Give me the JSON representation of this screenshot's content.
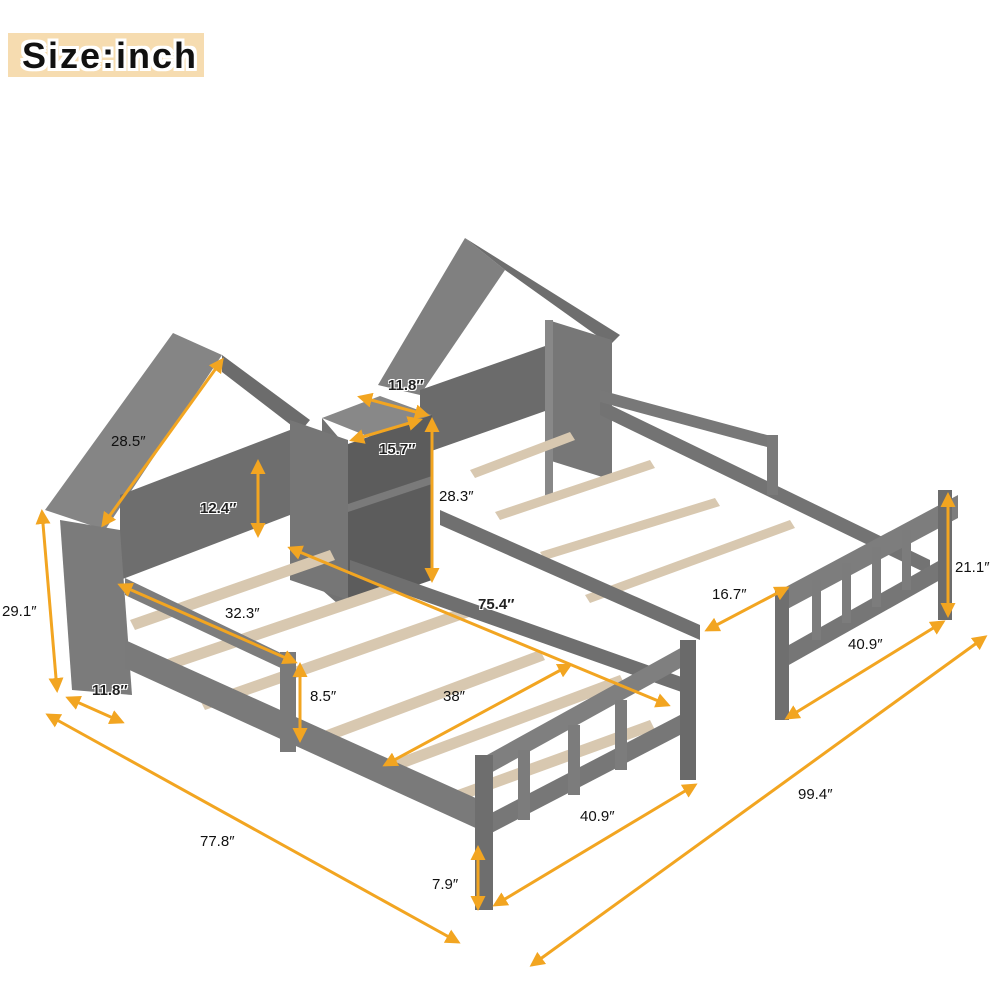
{
  "header": {
    "size_label": "Size:inch"
  },
  "colors": {
    "frame_gray": "#7a7a7a",
    "frame_dark": "#5f5f5f",
    "frame_light": "#8d8d8d",
    "slat_wood": "#d8c8b0",
    "dimension_arrow": "#f2a521",
    "badge_bg": "#f6dcb0"
  },
  "dimensions": {
    "roof_length": "28.5″",
    "headboard_panel_height": "12.4″",
    "headboard_height": "29.1″",
    "headboard_depth": "11.8″",
    "guardrail_length": "32.3″",
    "guardrail_height": "8.5″",
    "bed_length_inner": "75.4″",
    "slat_length": "38″",
    "footboard_width_left": "40.9″",
    "leg_clearance": "7.9″",
    "overall_length": "77.8″",
    "shelf_depth": "11.8″",
    "shelf_width": "15.7″",
    "shelf_height": "28.3″",
    "gap_between_beds": "16.7″",
    "footboard_height": "21.1″",
    "footboard_width_right": "40.9″",
    "overall_width": "99.4″"
  }
}
